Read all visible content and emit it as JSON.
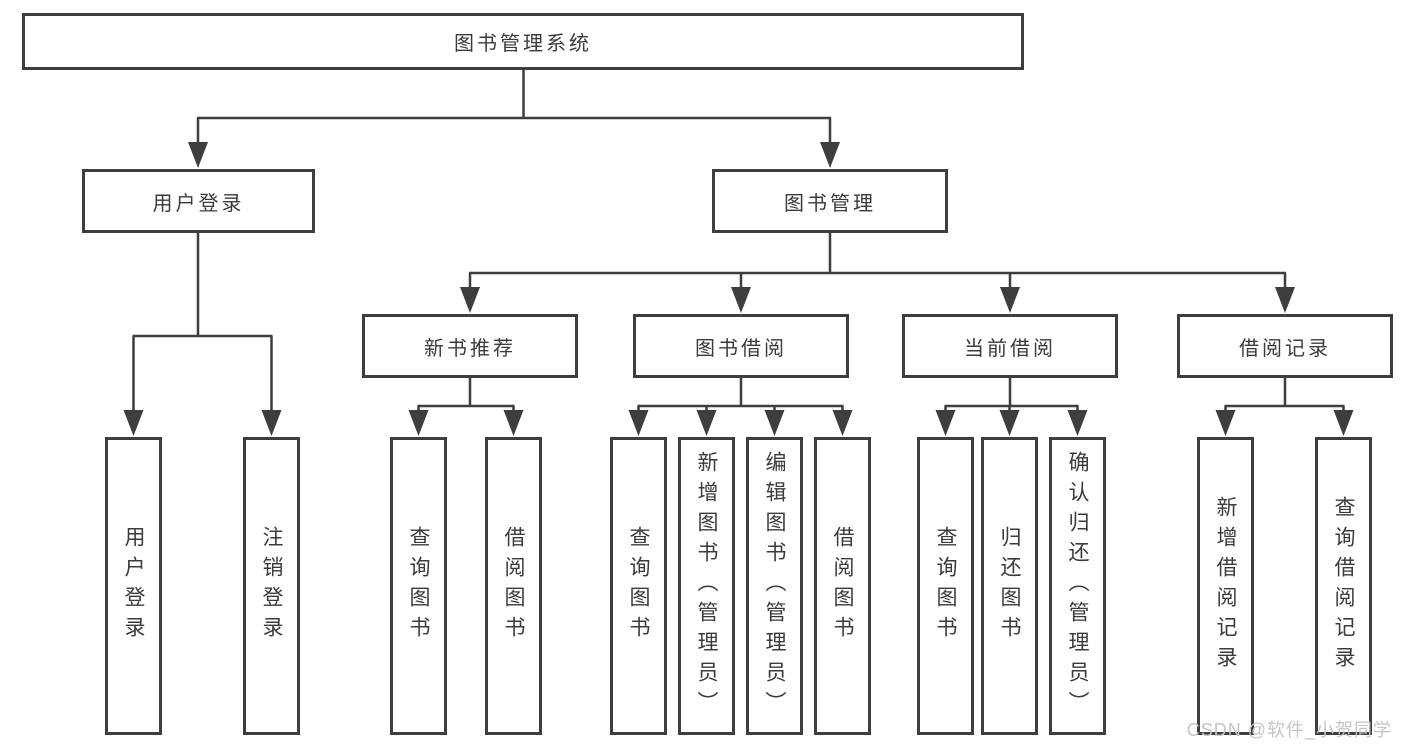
{
  "diagram": {
    "root_label": "图书管理系统",
    "branches": [
      {
        "label": "用户登录",
        "children": [
          "用户登录",
          "注销登录"
        ]
      },
      {
        "label": "图书管理",
        "groups": [
          {
            "label": "新书推荐",
            "children": [
              "查询图书",
              "借阅图书"
            ]
          },
          {
            "label": "图书借阅",
            "children": [
              "查询图书",
              "新增图书（管理员）",
              "编辑图书（管理员）",
              "借阅图书"
            ]
          },
          {
            "label": "当前借阅",
            "children": [
              "查询图书",
              "归还图书",
              "确认归还（管理员）"
            ]
          },
          {
            "label": "借阅记录",
            "children": [
              "新增借阅记录",
              "查询借阅记录"
            ]
          }
        ]
      }
    ]
  },
  "watermark": {
    "text": "CSDN @软件_小贺同学"
  },
  "colors": {
    "line": "#3e3e3e",
    "text": "#3b3b3b",
    "watermark": "#c5c5c5",
    "background": "#ffffff"
  }
}
